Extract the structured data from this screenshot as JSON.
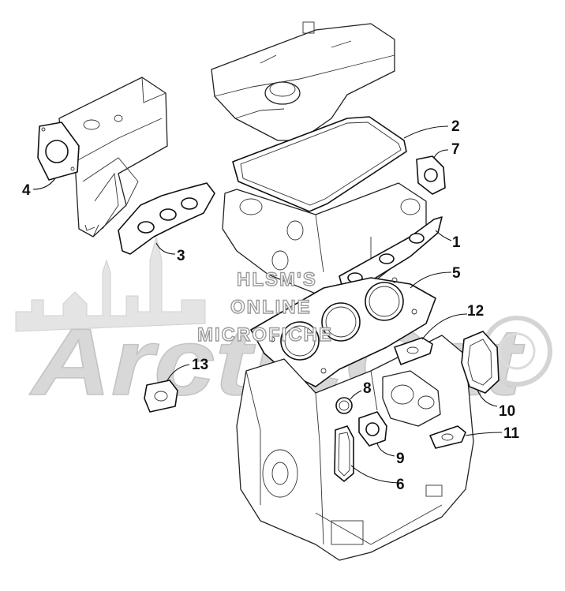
{
  "watermark": {
    "lines": [
      "HLSM'S",
      "ONLINE",
      "MICROFICHE"
    ],
    "brand": "ArcticCat"
  },
  "callouts": [
    "1",
    "2",
    "3",
    "4",
    "5",
    "6",
    "7",
    "8",
    "9",
    "10",
    "11",
    "12",
    "13"
  ]
}
